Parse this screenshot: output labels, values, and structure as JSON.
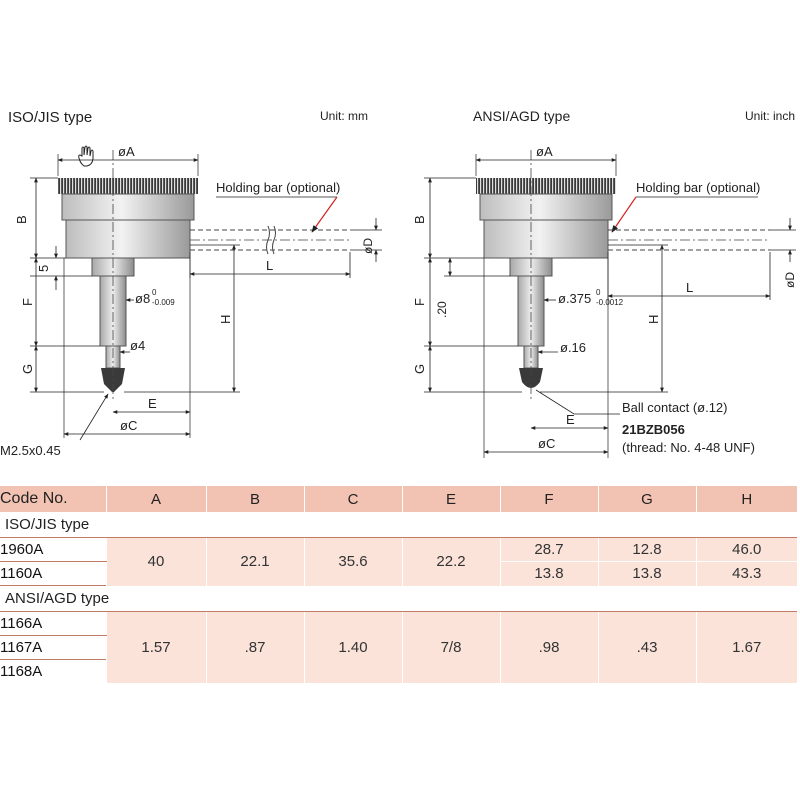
{
  "left": {
    "title": "ISO/JIS type",
    "unit": "Unit: mm",
    "labels": {
      "A": "øA",
      "B": "B",
      "five": "5",
      "F": "F",
      "G": "G",
      "H": "H",
      "D": "øD",
      "L": "L",
      "E": "E",
      "C": "øC",
      "stem": "ø8",
      "stem_tol_top": "0",
      "stem_tol_bot": "-0.009",
      "tip": "ø4",
      "holding": "Holding bar (optional)",
      "thread": "M2.5x0.45"
    }
  },
  "right": {
    "title": "ANSI/AGD type",
    "unit": "Unit: inch",
    "labels": {
      "A": "øA",
      "B": "B",
      "twenty": ".20",
      "F": "F",
      "G": "G",
      "H": "H",
      "D": "øD",
      "L": "L",
      "E": "E",
      "C": "øC",
      "stem": "ø.375",
      "stem_tol_top": "0",
      "stem_tol_bot": "-0.0012",
      "tip": "ø.16",
      "holding": "Holding bar (optional)",
      "ball": "Ball contact (ø.12)",
      "part": "21BZB056",
      "thread": "(thread: No. 4-48 UNF)"
    }
  },
  "table": {
    "headers": [
      "Code No.",
      "A",
      "B",
      "C",
      "E",
      "F",
      "G",
      "H"
    ],
    "iso_label": "ISO/JIS type",
    "iso_codes": [
      "1960A",
      "1160A"
    ],
    "iso_shared": {
      "A": "40",
      "B": "22.1",
      "C": "35.6",
      "E": "22.2"
    },
    "iso_F": [
      "28.7",
      "13.8"
    ],
    "iso_G": [
      "12.8",
      "13.8"
    ],
    "iso_H": [
      "46.0",
      "43.3"
    ],
    "ansi_label": "ANSI/AGD type",
    "ansi_codes": [
      "1166A",
      "1167A",
      "1168A"
    ],
    "ansi_values": {
      "A": "1.57",
      "B": ".87",
      "C": "1.40",
      "E": "7/8",
      "F": ".98",
      "G": ".43",
      "H": "1.67"
    }
  }
}
